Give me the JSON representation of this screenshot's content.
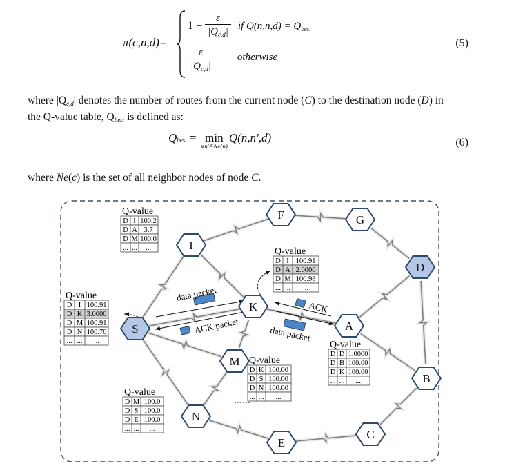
{
  "equation5": {
    "lhs": "π(c,n,d)=",
    "case1_one_minus": "1 −",
    "epsilon": "ε",
    "denominator": "|Q",
    "denominator_sub": "c,d",
    "denominator_close": "|",
    "case1_condition": "if Q(n,n,d) = Q",
    "case1_condition_sub": "best",
    "case2_condition": "otherwise",
    "number": "(5)"
  },
  "paragraph1": {
    "line1_a": "where |Q",
    "line1_sub": "c,d",
    "line1_b": "| denotes the number of routes from the current node (",
    "line1_c": "C",
    "line1_d": ") to the destination node (",
    "line1_e": "D",
    "line1_f": ") in",
    "line2_a": "the Q-value table, Q",
    "line2_sub": "best",
    "line2_b": " is defined as:"
  },
  "equation6": {
    "lhs": "Q",
    "lhs_sub": "best",
    "eq": " = ",
    "min": "min",
    "min_sub": "∀n'∈Ne(n)",
    "rhs": "Q(n,n',d)",
    "number": "(6)"
  },
  "paragraph2": {
    "a": "where ",
    "b": "Ne",
    "c": "(",
    "d": "c",
    "e": ") is the set of all neighbor nodes of node ",
    "f": "C",
    "g": "."
  },
  "diagram": {
    "colors": {
      "node_stroke": "#2e4a6b",
      "node_fill_highlight": "#b4c7e7",
      "packet_fill": "#4a86c8",
      "highlight_row": "#d0d0d0",
      "border_dash": "#3a5270",
      "link": "#808080"
    },
    "nodes": [
      {
        "id": "S",
        "highlight": true
      },
      {
        "id": "I",
        "highlight": false
      },
      {
        "id": "F",
        "highlight": false
      },
      {
        "id": "G",
        "highlight": false
      },
      {
        "id": "D",
        "highlight": true
      },
      {
        "id": "K",
        "highlight": false
      },
      {
        "id": "A",
        "highlight": false
      },
      {
        "id": "M",
        "highlight": false
      },
      {
        "id": "N",
        "highlight": false
      },
      {
        "id": "B",
        "highlight": false
      },
      {
        "id": "E",
        "highlight": false
      },
      {
        "id": "C",
        "highlight": false
      }
    ],
    "labels": {
      "data_packet_left": "data packet",
      "ack_packet": "ACK packet",
      "ack": "ACK",
      "data_packet_right": "data packet"
    },
    "tables": {
      "I": {
        "title": "Q-value",
        "rows": [
          [
            "D",
            "I",
            "100.2"
          ],
          [
            "D",
            "A",
            "3.7"
          ],
          [
            "D",
            "M",
            "100.0"
          ],
          [
            "...",
            "...",
            "..."
          ]
        ],
        "highlight_row": -1
      },
      "K": {
        "title": "Q-value",
        "rows": [
          [
            "D",
            "I",
            "100.91"
          ],
          [
            "D",
            "A",
            "2.0000"
          ],
          [
            "D",
            "M",
            "100.98"
          ],
          [
            "...",
            "...",
            "..."
          ]
        ],
        "highlight_row": 1
      },
      "S": {
        "title": "Q-value",
        "rows": [
          [
            "D",
            "I",
            "100.91"
          ],
          [
            "D",
            "K",
            "3.0000"
          ],
          [
            "D",
            "M",
            "100.91"
          ],
          [
            "D",
            "N",
            "100.70"
          ],
          [
            "...",
            "...",
            "..."
          ]
        ],
        "highlight_row": 1
      },
      "A": {
        "title": "Q-value",
        "rows": [
          [
            "D",
            "D",
            "1.0000"
          ],
          [
            "D",
            "B",
            "100.00"
          ],
          [
            "D",
            "K",
            "100.00"
          ],
          [
            "...",
            "...",
            "..."
          ]
        ],
        "highlight_row": -1
      },
      "M": {
        "title": "Q-value",
        "rows": [
          [
            "D",
            "K",
            "100.00"
          ],
          [
            "D",
            "S",
            "100.00"
          ],
          [
            "D",
            "N",
            "100.00"
          ],
          [
            "...",
            "...",
            "..."
          ]
        ],
        "highlight_row": -1
      },
      "N": {
        "title": "Q-value",
        "rows": [
          [
            "D",
            "M",
            "100.0"
          ],
          [
            "D",
            "S",
            "100.0"
          ],
          [
            "D",
            "E",
            "100.0"
          ],
          [
            "...",
            "...",
            "..."
          ]
        ],
        "highlight_row": -1
      }
    }
  }
}
